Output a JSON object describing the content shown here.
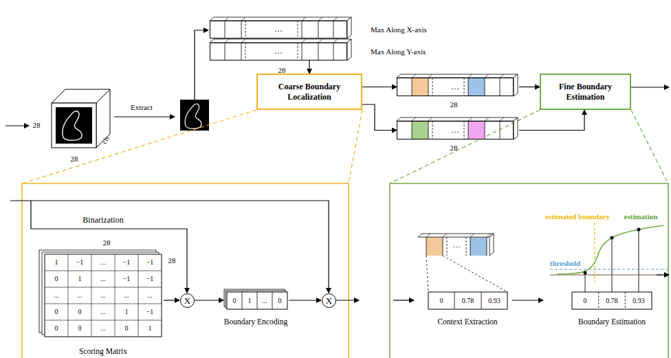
{
  "diagram": {
    "nodes": [
      {
        "text": [
          "…",
          "Max Along X-axis"
        ]
      },
      {
        "text": [
          "…",
          "Max Along Y-axis"
        ]
      },
      {
        "text": [
          "Coarse Boundary Localization"
        ]
      },
      {
        "text": [
          "…"
        ]
      },
      {
        "text": [
          "…"
        ]
      },
      {
        "text": [
          "Fine Boundary Estimation"
        ]
      },
      {
        "text": [
          "X"
        ]
      },
      {
        "text": [
          "X"
        ]
      }
    ],
    "edges": [
      {
        "from": 1,
        "to": 2,
        "arrow": "to"
      },
      {
        "from": 2,
        "to": 3,
        "arrow": "to"
      },
      {
        "from": 2,
        "to": 4,
        "arrow": "to"
      },
      {
        "from": 3,
        "to": 5,
        "arrow": "to"
      },
      {
        "from": 4,
        "to": 5,
        "arrow": "to"
      }
    ],
    "labels": [
      "28",
      "28",
      "cls",
      "Extract",
      "28",
      "28",
      "28",
      "Binarization",
      "28",
      "28",
      "1",
      "−1",
      "...",
      "−1",
      "−1",
      "0",
      "1",
      "...",
      "−1",
      "−1",
      "...",
      "...",
      "...",
      "...",
      "...",
      "0",
      "0",
      "...",
      "1",
      "−1",
      "0",
      "0",
      "...",
      "0",
      "1",
      "Scoring Matrix",
      "0",
      "1",
      "...",
      "0",
      "Boundary Encoding",
      "…",
      "0",
      "0.78",
      "0.93",
      "Context Extraction",
      "estimated boundary",
      "estimation",
      "threshold",
      "0",
      "0.78",
      "0.93",
      "Boundary Estimation"
    ]
  }
}
